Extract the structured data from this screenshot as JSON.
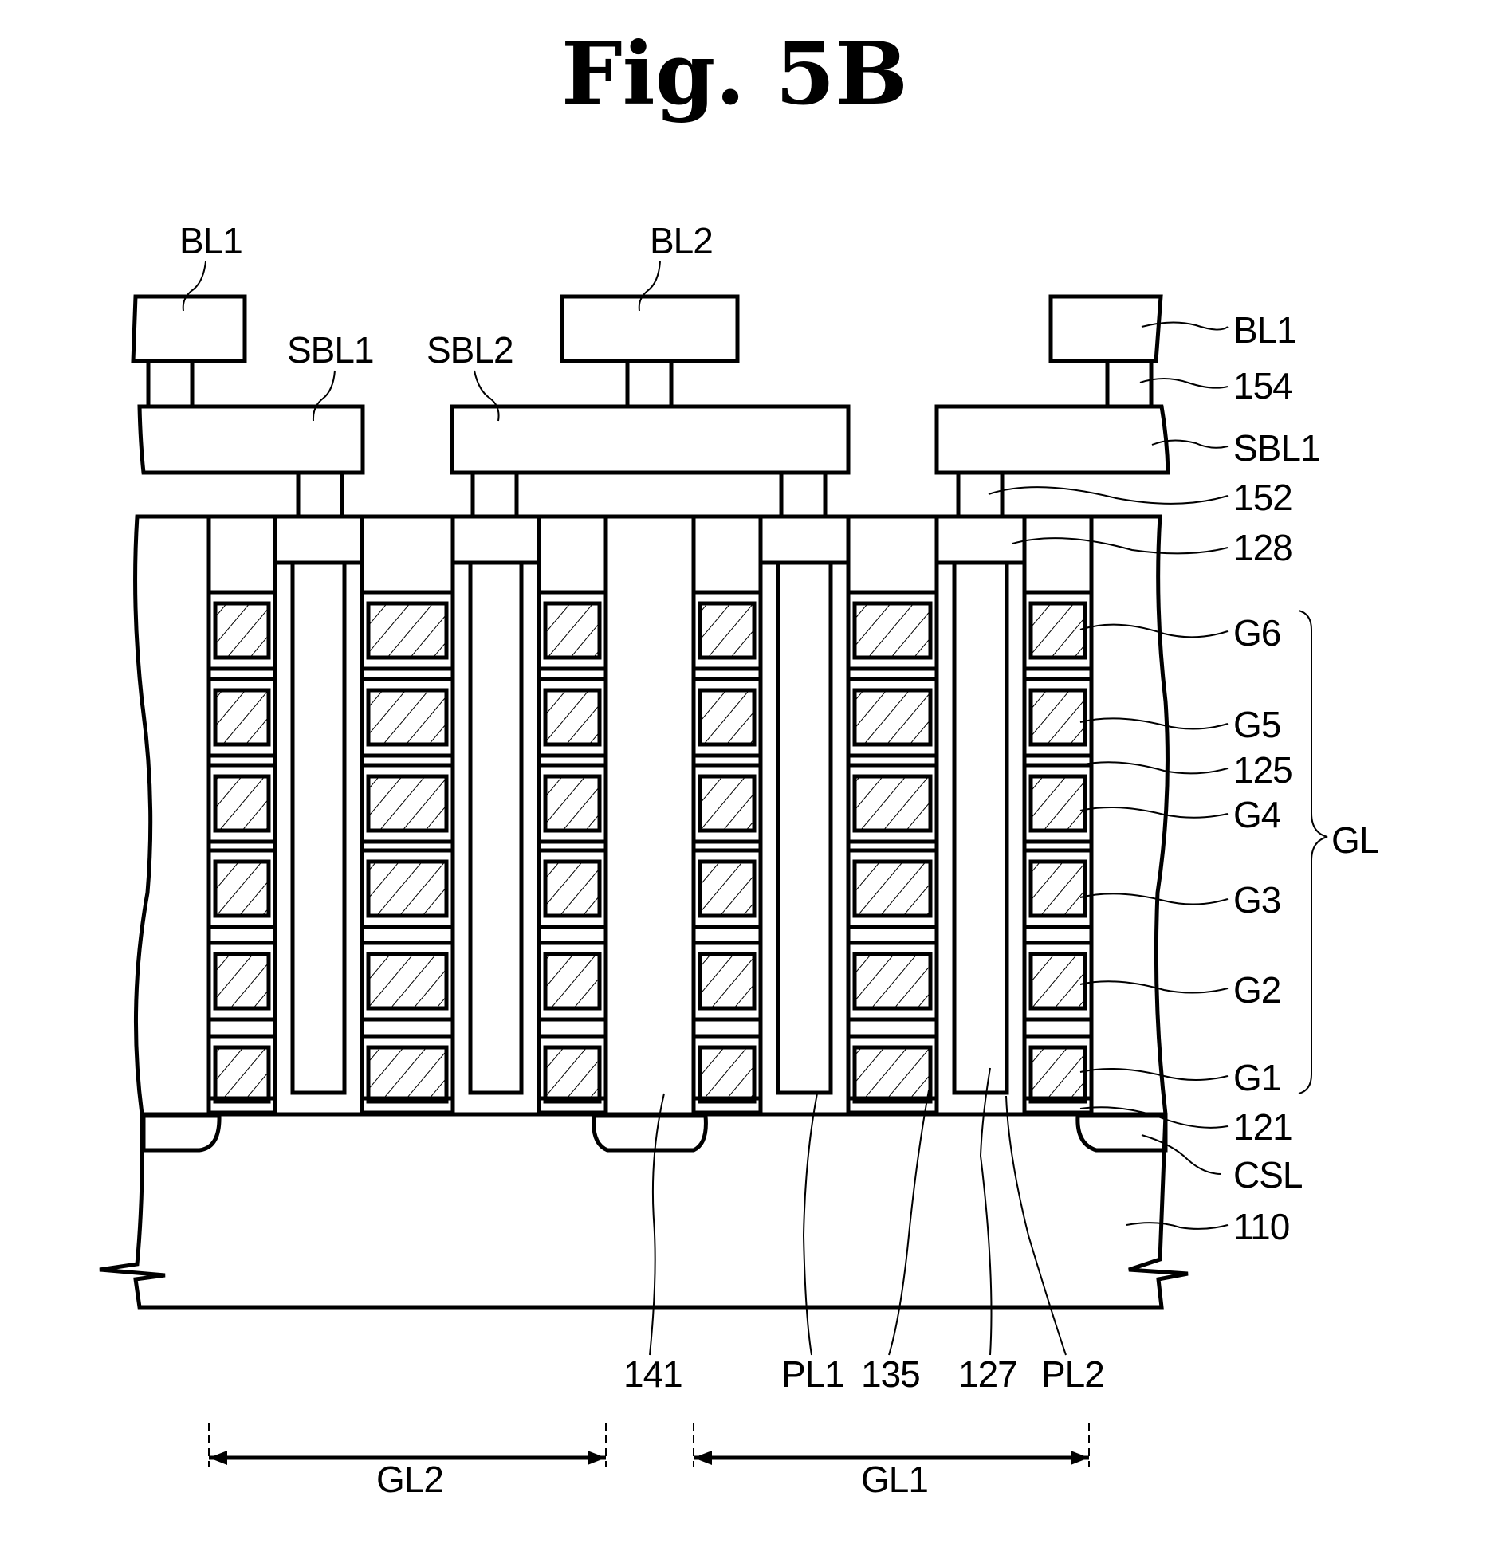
{
  "figure": {
    "title": "Fig. 5B",
    "colors": {
      "ink": "#000000",
      "background": "#ffffff"
    }
  },
  "labels": {
    "top": {
      "bl1": "BL1",
      "bl2": "BL2",
      "sbl1": "SBL1",
      "sbl2": "SBL2"
    },
    "right": {
      "bl1": "BL1",
      "c154": "154",
      "sbl1": "SBL1",
      "c152": "152",
      "c128": "128",
      "g6": "G6",
      "g5": "G5",
      "c125": "125",
      "g4": "G4",
      "g3": "G3",
      "g2": "G2",
      "g1": "G1",
      "c121": "121",
      "csl": "CSL",
      "c110": "110",
      "gl": "GL"
    },
    "bottom": {
      "c141": "141",
      "pl1": "PL1",
      "c135": "135",
      "c127": "127",
      "pl2": "PL2"
    },
    "dimensions": {
      "gl2": "GL2",
      "gl1": "GL1"
    }
  },
  "legend_patterns": {
    "gate_electrode": "diagonal-hatch",
    "contact_plug": "diagonal-hatch",
    "conductive_pad": "dense-dot",
    "common_source_line": "dense-dot",
    "channel_layer": "sparse-dot"
  }
}
